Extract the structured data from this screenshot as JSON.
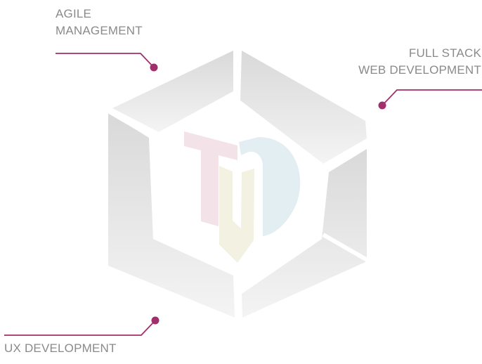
{
  "diagram": {
    "labels": {
      "agile": {
        "line1": "AGILE",
        "line2": "MANAGEMENT"
      },
      "fullstack": {
        "line1": "FULL STACK",
        "line2": "WEB DEVELOPMENT"
      },
      "ux": {
        "line1": "UX DEVELOPMENT"
      }
    },
    "colors": {
      "accent": "#a12f6c",
      "hexagon_gradient_top": "#d9d9d9",
      "hexagon_gradient_bottom": "#f4f4f4",
      "label_text": "#8a8a8a",
      "logo_t": "#f3e3e8",
      "logo_v": "#f3f1e2",
      "logo_d": "#e3eef2"
    }
  }
}
